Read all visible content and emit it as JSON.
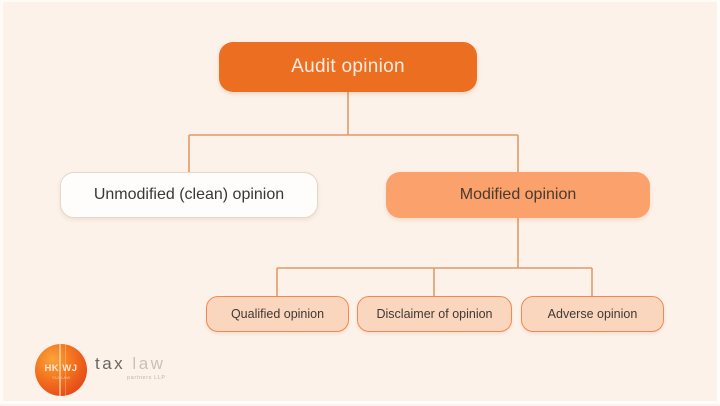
{
  "slide": {
    "background_color": "#fdf2e9",
    "connector_color": "#e09a6a"
  },
  "diagram": {
    "root": {
      "label": "Audit opinion",
      "fill": "#ec6f21",
      "text_color": "#fdece0"
    },
    "level2": [
      {
        "id": "unmodified",
        "label": "Unmodified (clean) opinion",
        "fill": "#fffdfb",
        "border": "#e4d7cb"
      },
      {
        "id": "modified",
        "label": "Modified opinion",
        "fill": "#faa16c",
        "border": "#faa16c"
      }
    ],
    "level3": [
      {
        "id": "qualified",
        "label": "Qualified opinion",
        "fill": "#fbd6bf",
        "border": "#ef8b4e"
      },
      {
        "id": "disclaimer",
        "label": "Disclaimer of opinion",
        "fill": "#fbd6bf",
        "border": "#ef8b4e"
      },
      {
        "id": "adverse",
        "label": "Adverse opinion",
        "fill": "#fbd6bf",
        "border": "#ef8b4e"
      }
    ]
  },
  "logo": {
    "mark_text": "HK WJ",
    "mark_subtext": "TAX LAW",
    "word_primary": "tax",
    "word_secondary": "law",
    "tagline": "partners LLP"
  }
}
